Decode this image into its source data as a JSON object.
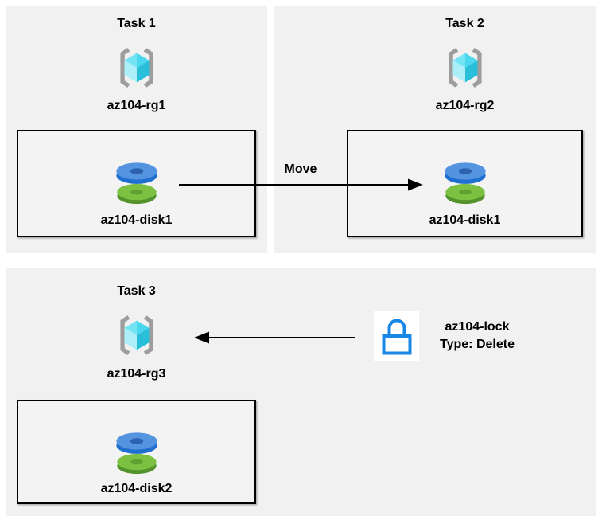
{
  "tasks": [
    {
      "title": "Task 1",
      "resource_group": "az104-rg1",
      "disk": "az104-disk1"
    },
    {
      "title": "Task 2",
      "resource_group": "az104-rg2",
      "disk": "az104-disk1"
    },
    {
      "title": "Task 3",
      "resource_group": "az104-rg3",
      "disk": "az104-disk2"
    }
  ],
  "move_arrow": {
    "label": "Move"
  },
  "lock": {
    "name": "az104-lock",
    "type": "Type: Delete"
  },
  "colors": {
    "panel_bg": "#f1f1f1",
    "box_fill": "#f3f3f3",
    "box_border": "#000000",
    "arrow": "#000000",
    "bracket_gray": "#9d9d9d",
    "cube_top_left": "#74e4f5",
    "cube_top_right": "#4bd8ee",
    "cube_bottom_left": "#adeff8",
    "cube_bottom_right": "#29bfdb",
    "disk_blue_top": "#5493e0",
    "disk_blue_rim": "#1f6fd0",
    "disk_blue_hole": "#2d63ae",
    "disk_green_top": "#7cc142",
    "disk_green_rim": "#54922c",
    "disk_green_hole": "#5fa030",
    "lock_blue": "#1987e6",
    "text": "#000000"
  }
}
